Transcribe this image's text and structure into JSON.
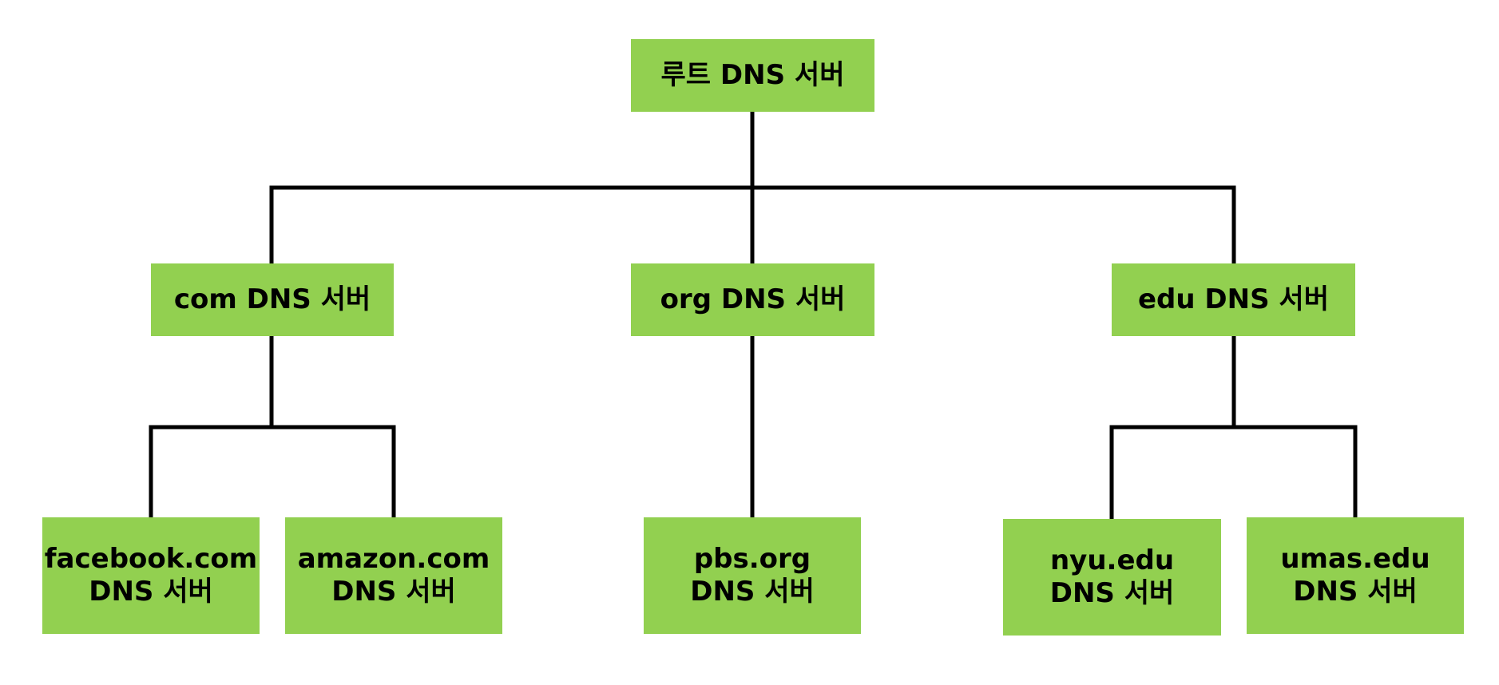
{
  "style": {
    "node_fill": "#92d050",
    "connector_color": "#000000",
    "text_color": "#000000"
  },
  "tree": {
    "root": {
      "line1": "루트 DNS 서버"
    },
    "tld": {
      "com": {
        "line1": "com DNS 서버"
      },
      "org": {
        "line1": "org DNS 서버"
      },
      "edu": {
        "line1": "edu DNS 서버"
      }
    },
    "authoritative": {
      "facebook": {
        "line1": "facebook.com",
        "line2": "DNS 서버"
      },
      "amazon": {
        "line1": "amazon.com",
        "line2": "DNS 서버"
      },
      "pbs": {
        "line1": "pbs.org",
        "line2": "DNS 서버"
      },
      "nyu": {
        "line1": "nyu.edu",
        "line2": "DNS 서버"
      },
      "umas": {
        "line1": "umas.edu",
        "line2": "DNS 서버"
      }
    }
  }
}
